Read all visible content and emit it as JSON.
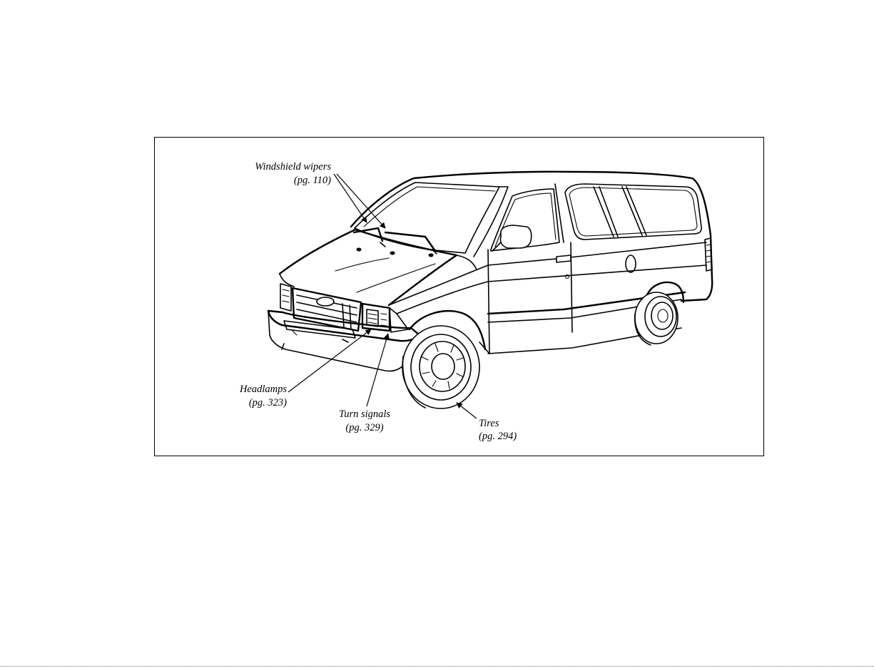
{
  "figure": {
    "callouts": {
      "windshield_wipers": {
        "label": "Windshield wipers",
        "page": "(pg. 110)"
      },
      "headlamps": {
        "label": "Headlamps",
        "page": "(pg. 323)"
      },
      "turn_signals": {
        "label": "Turn signals",
        "page": "(pg. 329)"
      },
      "tires": {
        "label": "Tires",
        "page": "(pg. 294)"
      }
    }
  }
}
